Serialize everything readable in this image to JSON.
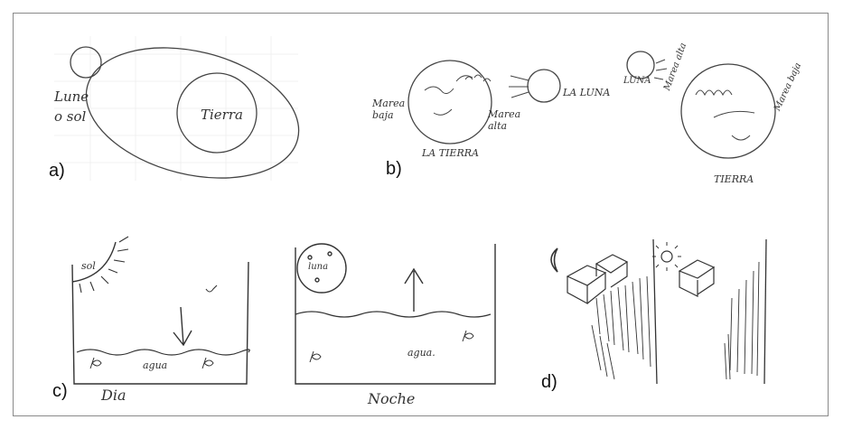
{
  "panels": {
    "a": {
      "label": "a)",
      "sketch_labels": {
        "orbiter": "Lune\no sol",
        "center": "Tierra"
      }
    },
    "b": {
      "label": "b)",
      "sketch_labels": {
        "left_low": "Marea\nbaja",
        "left_high": "Marea\nalta",
        "left_earth": "LA TIERRA",
        "left_moon": "LA LUNA",
        "right_moon": "LUNA",
        "right_high": "Marea alta",
        "right_low": "Marea baja",
        "right_earth": "TIERRA"
      }
    },
    "c": {
      "label": "c)",
      "sketch_labels": {
        "day_sun": "sol",
        "day_water": "agua",
        "day_caption": "Dia",
        "night_moon": "luna",
        "night_water": "agua.",
        "night_caption": "Noche"
      }
    },
    "d": {
      "label": "d)"
    }
  }
}
